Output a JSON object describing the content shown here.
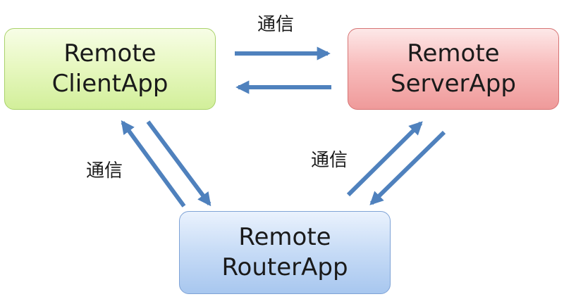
{
  "nodes": {
    "client": {
      "line1": "Remote",
      "line2": "ClientApp"
    },
    "server": {
      "line1": "Remote",
      "line2": "ServerApp"
    },
    "router": {
      "line1": "Remote",
      "line2": "RouterApp"
    }
  },
  "edge_labels": {
    "client_server": "通信",
    "client_router": "通信",
    "server_router": "通信"
  },
  "colors": {
    "arrow": "#4f81bd",
    "client": "#e8f8c2",
    "server": "#f8bdbd",
    "router": "#c6dbf6"
  }
}
